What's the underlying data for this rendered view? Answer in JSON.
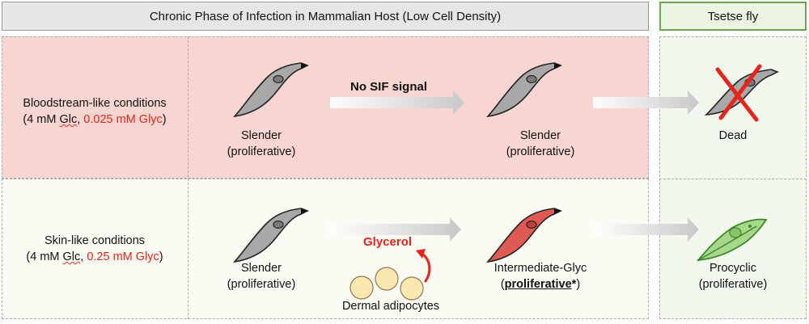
{
  "headers": {
    "main": "Chronic Phase of Infection in Mammalian Host (Low Cell Density)",
    "fly": "Tsetse fly"
  },
  "rows": [
    {
      "condition_title": "Bloodstream-like conditions",
      "condition_glc": "4 mM",
      "condition_glc_abbr": "Glc",
      "condition_glyc": "0.025 mM Glyc",
      "cells": [
        {
          "name": "Slender",
          "state": "(proliferative)"
        },
        {
          "name": "Slender",
          "state": "(proliferative)"
        },
        {
          "name": "Dead",
          "state": ""
        }
      ],
      "arrow_label": "No SIF signal"
    },
    {
      "condition_title": "Skin-like conditions",
      "condition_glc": "4 mM",
      "condition_glc_abbr": "Glc",
      "condition_glyc": "0.25 mM Glyc",
      "cells": [
        {
          "name": "Slender",
          "state": "(proliferative)"
        },
        {
          "name": "Intermediate-Glyc",
          "state_word": "proliferative",
          "state_suffix": "*"
        },
        {
          "name": "Procyclic",
          "state": "(proliferative)"
        }
      ],
      "glycerol_label": "Glycerol",
      "adipocytes_label": "Dermal adipocytes"
    }
  ],
  "colors": {
    "bloodstream_bg": "#f7d6d2",
    "skin_bg": "#fbfaf3",
    "fly_border": "#6aa84f",
    "highlight_red": "#e8231c",
    "parasite_gray": "#9a9a9a",
    "parasite_red": "#e05a55",
    "procyclic_green": "#9ccc7e"
  }
}
